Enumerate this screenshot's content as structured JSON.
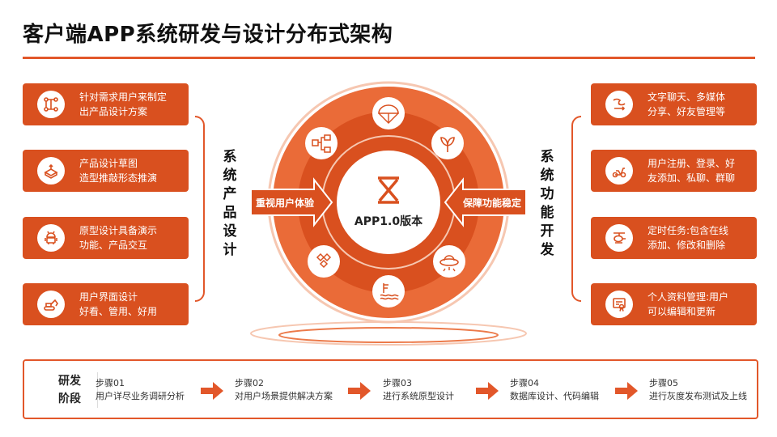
{
  "title": "客户端APP系统研发与设计分布式架构",
  "left_title": [
    "系",
    "统",
    "产",
    "品",
    "设",
    "计"
  ],
  "right_title": [
    "系",
    "统",
    "功",
    "能",
    "开",
    "发"
  ],
  "left_cards": [
    {
      "icon": "flowchart-icon",
      "lines": [
        "针对需求用户来制定",
        "出产品设计方案"
      ]
    },
    {
      "icon": "pencil-box-icon",
      "lines": [
        "产品设计草图",
        "造型推敲形态推演"
      ]
    },
    {
      "icon": "android-icon",
      "lines": [
        "原型设计具备演示",
        "功能、产品交互"
      ]
    },
    {
      "icon": "excavator-icon",
      "lines": [
        "用户界面设计",
        "好看、管用、好用"
      ]
    }
  ],
  "right_cards": [
    {
      "icon": "chat-icon",
      "lines": [
        "文字聊天、多媒体",
        "分享、好友管理等"
      ]
    },
    {
      "icon": "scooter-icon",
      "lines": [
        "用户注册、登录、好",
        "友添加、私聊、群聊"
      ]
    },
    {
      "icon": "helicopter-icon",
      "lines": [
        "定时任务:包含在线",
        "添加、修改和删除"
      ]
    },
    {
      "icon": "certificate-icon",
      "lines": [
        "个人资料管理:用户",
        "可以编辑和更新"
      ]
    }
  ],
  "hub": {
    "center_label": "APP1.0版本",
    "left_arrow_label": "重视用户体验",
    "right_arrow_label": "保障功能稳定",
    "orbit_icons": [
      "parachute-icon",
      "plant-icon",
      "ufo-icon",
      "waves-icon",
      "nodes-icon",
      "hierarchy-icon"
    ]
  },
  "phase": {
    "label": [
      "研发",
      "阶段"
    ],
    "steps": [
      {
        "name": "步骤01",
        "desc": "用户详尽业务调研分析"
      },
      {
        "name": "步骤02",
        "desc": "对用户场景提供解决方案"
      },
      {
        "name": "步骤03",
        "desc": "进行系统原型设计"
      },
      {
        "name": "步骤04",
        "desc": "数据库设计、代码编辑"
      },
      {
        "name": "步骤05",
        "desc": "进行灰度发布测试及上线"
      }
    ]
  },
  "colors": {
    "accent": "#e2572a",
    "card": "#d9501f",
    "ring_light": "#f6c7b1",
    "ring_mid": "#ec7a4a"
  }
}
